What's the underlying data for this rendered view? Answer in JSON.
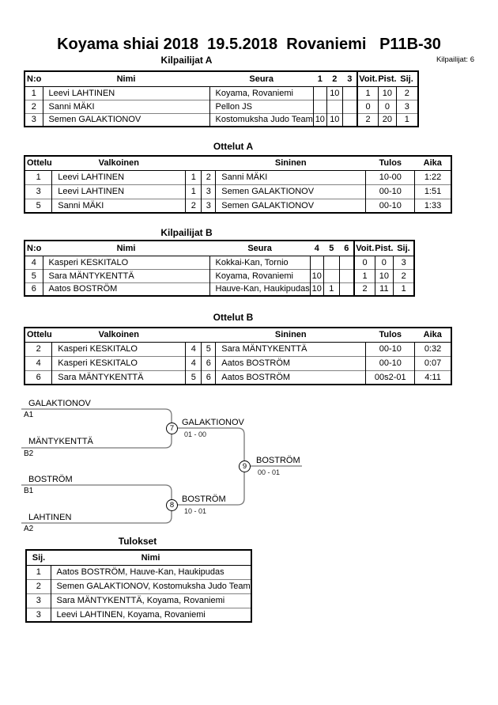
{
  "page": {
    "title": "Koyama shiai 2018  19.5.2018  Rovaniemi   P11B-30",
    "participants_note": "Kilpailijat: 6"
  },
  "colors": {
    "text": "#000000",
    "table_border": "#000000",
    "row_separator": "#828282",
    "bracket_line": "#777777"
  },
  "sections": {
    "kilpailijat_a": {
      "heading": "Kilpailijat A"
    },
    "ottelut_a": {
      "heading": "Ottelut A"
    },
    "kilpailijat_b": {
      "heading": "Kilpailijat B"
    },
    "ottelut_b": {
      "heading": "Ottelut B"
    },
    "tulokset": {
      "heading": "Tulokset"
    }
  },
  "tables": {
    "kilpailijat_a": {
      "headers": [
        "N:o",
        "Nimi",
        "Seura",
        "1",
        "2",
        "3",
        "Voit.",
        "Pist.",
        "Sij."
      ],
      "rows": [
        [
          "1",
          "Leevi LAHTINEN",
          "Koyama, Rovaniemi",
          "",
          "10",
          "",
          "1",
          "10",
          "2"
        ],
        [
          "2",
          "Sanni MÄKI",
          "Pellon JS",
          "",
          "",
          "",
          "0",
          "0",
          "3"
        ],
        [
          "3",
          "Semen GALAKTIONOV",
          "Kostomuksha Judo Team",
          "10",
          "10",
          "",
          "2",
          "20",
          "1"
        ]
      ]
    },
    "ottelut_a": {
      "headers": [
        "Ottelu",
        "Valkoinen",
        "",
        "",
        "Sininen",
        "Tulos",
        "Aika"
      ],
      "rows": [
        [
          "1",
          "Leevi LAHTINEN",
          "1",
          "2",
          "Sanni MÄKI",
          "10-00",
          "1:22"
        ],
        [
          "3",
          "Leevi LAHTINEN",
          "1",
          "3",
          "Semen GALAKTIONOV",
          "00-10",
          "1:51"
        ],
        [
          "5",
          "Sanni MÄKI",
          "2",
          "3",
          "Semen GALAKTIONOV",
          "00-10",
          "1:33"
        ]
      ]
    },
    "kilpailijat_b": {
      "headers": [
        "N:o",
        "Nimi",
        "Seura",
        "4",
        "5",
        "6",
        "Voit.",
        "Pist.",
        "Sij."
      ],
      "rows": [
        [
          "4",
          "Kasperi KESKITALO",
          "Kokkai-Kan, Tornio",
          "",
          "",
          "",
          "0",
          "0",
          "3"
        ],
        [
          "5",
          "Sara MÄNTYKENTTÄ",
          "Koyama, Rovaniemi",
          "10",
          "",
          "",
          "1",
          "10",
          "2"
        ],
        [
          "6",
          "Aatos BOSTRÖM",
          "Hauve-Kan, Haukipudas",
          "10",
          "1",
          "",
          "2",
          "11",
          "1"
        ]
      ]
    },
    "ottelut_b": {
      "headers": [
        "Ottelu",
        "Valkoinen",
        "",
        "",
        "Sininen",
        "Tulos",
        "Aika"
      ],
      "rows": [
        [
          "2",
          "Kasperi KESKITALO",
          "4",
          "5",
          "Sara MÄNTYKENTTÄ",
          "00-10",
          "0:32"
        ],
        [
          "4",
          "Kasperi KESKITALO",
          "4",
          "6",
          "Aatos BOSTRÖM",
          "00-10",
          "0:07"
        ],
        [
          "6",
          "Sara MÄNTYKENTTÄ",
          "5",
          "6",
          "Aatos BOSTRÖM",
          "00s2-01",
          "4:11"
        ]
      ]
    },
    "tulokset": {
      "headers": [
        "Sij.",
        "Nimi"
      ],
      "rows": [
        [
          "1",
          "Aatos BOSTRÖM, Hauve-Kan, Haukipudas"
        ],
        [
          "2",
          "Semen GALAKTIONOV, Kostomuksha Judo Team"
        ],
        [
          "3",
          "Sara MÄNTYKENTTÄ, Koyama, Rovaniemi"
        ],
        [
          "3",
          "Leevi LAHTINEN, Koyama, Rovaniemi"
        ]
      ]
    }
  },
  "bracket": {
    "entries": [
      {
        "name": "GALAKTIONOV",
        "seed": "A1"
      },
      {
        "name": "MÄNTYKENTTÄ",
        "seed": "B2"
      },
      {
        "name": "BOSTRÖM",
        "seed": "B1"
      },
      {
        "name": "LAHTINEN",
        "seed": "A2"
      }
    ],
    "matches": [
      {
        "number": "7",
        "winner": "GALAKTIONOV",
        "score": "01 - 00"
      },
      {
        "number": "8",
        "winner": "BOSTRÖM",
        "score": "10 - 01"
      },
      {
        "number": "9",
        "winner": "BOSTRÖM",
        "score": "00 - 01"
      }
    ]
  }
}
